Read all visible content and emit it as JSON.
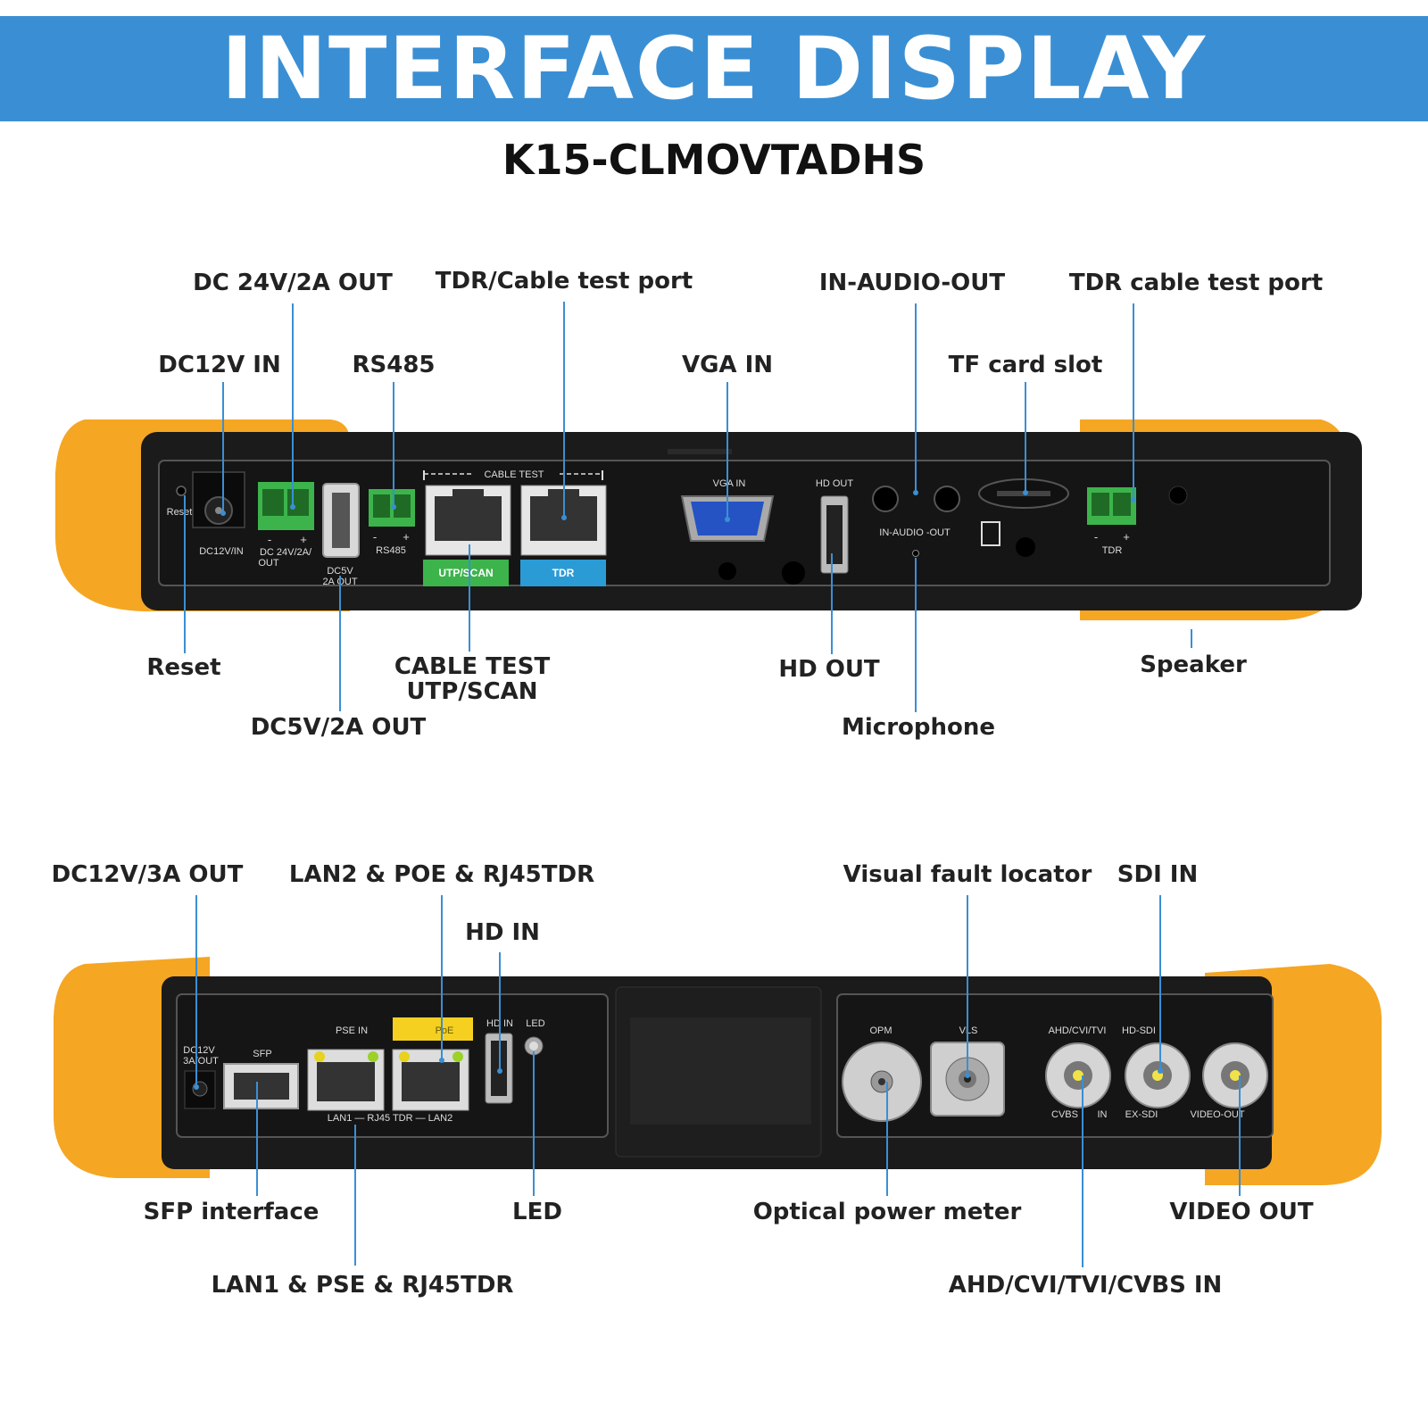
{
  "header": {
    "title": "INTERFACE DISPLAY",
    "model": "K15-CLMOVTADHS"
  },
  "colors": {
    "banner": "#3a8fd4",
    "bumper": "#f5a623",
    "body": "#1b1b1b",
    "leader": "#3a8fd4",
    "terminal_green": "#3cb44b"
  },
  "top_panel": {
    "callouts": {
      "dc24_out": "DC 24V/2A OUT",
      "dc12_in": "DC12V IN",
      "rs485": "RS485",
      "tdr_cable_port": "TDR/Cable test port",
      "vga_in": "VGA IN",
      "in_audio_out": "IN-AUDIO-OUT",
      "tf_card": "TF card slot",
      "tdr_port": "TDR cable test port",
      "reset": "Reset",
      "cable_test_line1": "CABLE TEST",
      "cable_test_line2": "UTP/SCAN",
      "dc5_out": "DC5V/2A OUT",
      "hd_out": "HD OUT",
      "microphone": "Microphone",
      "speaker": "Speaker"
    },
    "printed": {
      "reset": "Reset",
      "dc12": "DC12V/IN",
      "dc24_line1": "DC 24V/2A/",
      "dc24_line2": "OUT",
      "dc5_line1": "DC5V",
      "dc5_line2": "2A OUT",
      "rs485": "RS485",
      "cable_test": "CABLE TEST",
      "utp_scan": "UTP/SCAN",
      "tdr": "TDR",
      "vga_in": "VGA IN",
      "hd_out": "HD OUT",
      "in_audio_out": "IN-AUDIO -OUT",
      "tdr_small": "TDR",
      "minus": "-",
      "plus": "+"
    }
  },
  "bottom_panel": {
    "callouts": {
      "dc12_3a": "DC12V/3A OUT",
      "lan2": "LAN2 & POE & RJ45TDR",
      "hd_in": "HD IN",
      "vfl": "Visual fault locator",
      "sdi_in": "SDI IN",
      "sfp": "SFP interface",
      "led": "LED",
      "lan1": "LAN1 & PSE & RJ45TDR",
      "opm": "Optical power meter",
      "video_out": "VIDEO OUT",
      "ahd_in": "AHD/CVI/TVI/CVBS IN"
    },
    "printed": {
      "dc12_line1": "DC12V",
      "dc12_line2": "3A/OUT",
      "sfp": "SFP",
      "pse_in": "PSE IN",
      "poe": "PoE",
      "lan_row": "LAN1 — RJ45 TDR — LAN2",
      "hd_in": "HD IN",
      "led": "LED",
      "opm": "OPM",
      "vls": "VLS",
      "ahd": "AHD/CVI/TVI",
      "hdsdi": "HD-SDI",
      "cvbs": "CVBS",
      "in": "IN",
      "exsdi": "EX-SDI",
      "video_out": "VIDEO-OUT"
    }
  }
}
